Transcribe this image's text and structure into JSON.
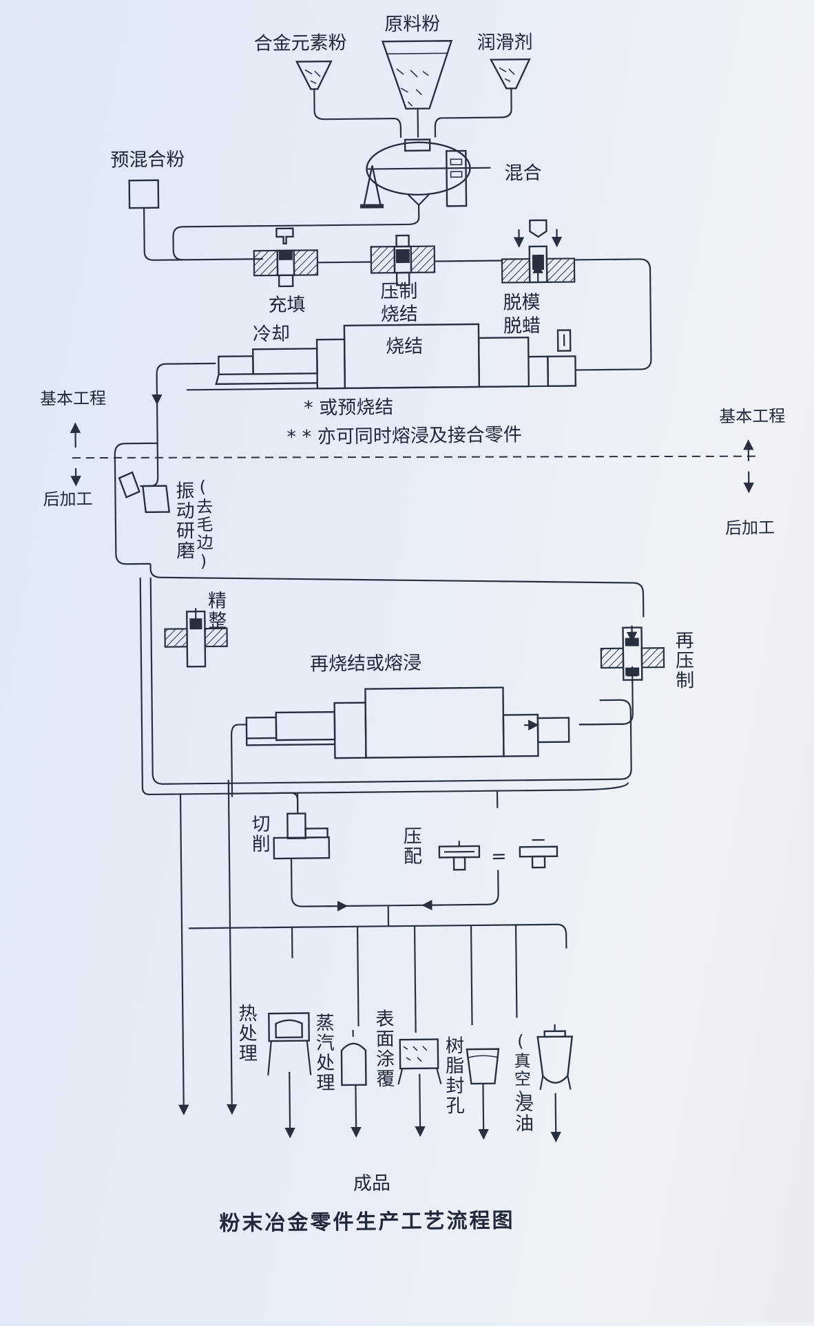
{
  "diagram": {
    "title": "粉末冶金零件生产工艺流程图",
    "inputs": {
      "alloy_powder": "合金元素粉",
      "raw_powder": "原料粉",
      "lubricant": "润滑剂",
      "premix": "预混合粉"
    },
    "steps": {
      "mixing": "混合",
      "filling": "充填",
      "pressing": "压制",
      "sinter_note_star": "烧结",
      "ejection": "脱模",
      "dewax": "脱蜡",
      "cooling": "冷却",
      "sintering": "烧结",
      "vibration_grinding": "振动研磨",
      "deburr": "(去毛边)",
      "sizing": "精整",
      "represing": "再压制",
      "resinter": "再烧结或熔浸",
      "cutting": "切削",
      "press_fit": "压配",
      "heat_treatment": "热处理",
      "steam_treatment": "蒸汽处理",
      "surface_coating": "表面涂覆",
      "resin_sealing": "树脂封孔",
      "vacuum": "(真空)",
      "oil_impregnation": "浸油",
      "finished_product": "成品"
    },
    "notes": {
      "note1": "* 或预烧结",
      "note2": "* * 亦可同时熔浸及接合零件"
    },
    "zones": {
      "basic_left": "基本工程",
      "post_left": "后加工",
      "basic_right": "基本工程",
      "post_right": "后加工"
    },
    "press_fit_equals": "="
  },
  "colors": {
    "ink": "#283040",
    "paper": "#e4ebf6"
  }
}
